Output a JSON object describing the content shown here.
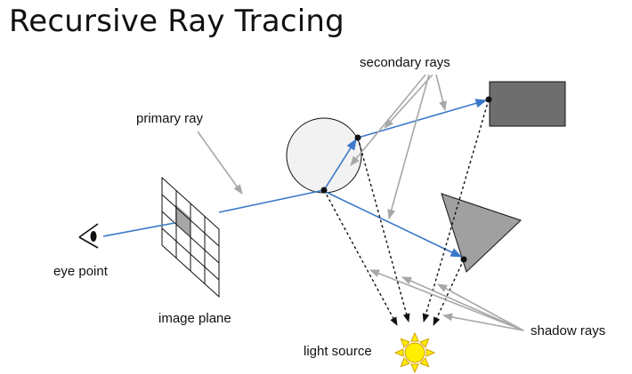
{
  "slide": {
    "title": "Recursive Ray Tracing",
    "labels": {
      "secondary_rays": "secondary rays",
      "primary_ray": "primary ray",
      "eye_point": "eye point",
      "image_plane": "image plane",
      "light_source": "light source",
      "shadow_rays": "shadow rays"
    }
  },
  "colors": {
    "ray_blue": "#3a78c9",
    "annotation_gray": "#a8a8a8",
    "sphere_fill": "#f2f2f2",
    "rectangle_fill": "#6e6e6e",
    "triangle_fill": "#a0a0a0",
    "image_plane_pixel": "#a6a6a6",
    "sun_fill": "#ffee00",
    "sun_outline": "#d4a000"
  },
  "icons": {
    "eye": "eye-icon",
    "light": "sun-icon"
  }
}
